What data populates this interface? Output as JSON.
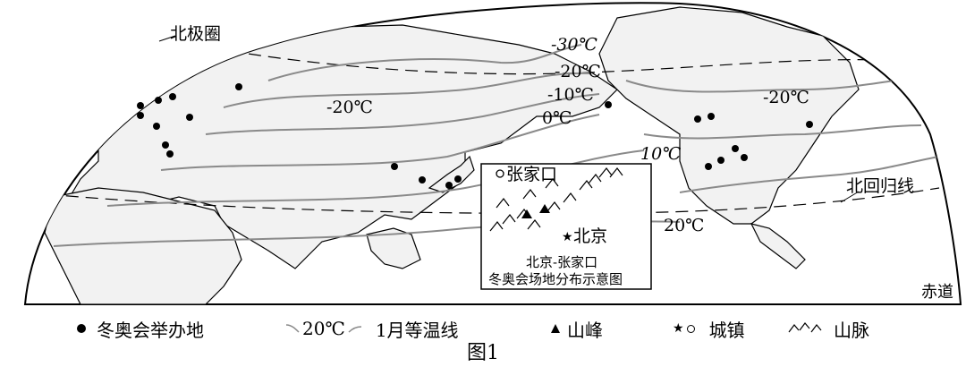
{
  "map": {
    "arctic_circle_label": "北极圈",
    "tropic_label": "北回归线",
    "equator_label": "赤道",
    "isotherms": [
      "-30℃",
      "-20℃",
      "-20℃",
      "-10℃",
      "0℃",
      "-20℃",
      "10℃",
      "20℃"
    ],
    "colors": {
      "land_fill": "#f2f2f2",
      "isotherm": "#8a8a8a",
      "coast": "#000000"
    }
  },
  "inset": {
    "city_zhangjiakou": "张家口",
    "city_beijing": "北京",
    "caption_line1": "北京-张家口",
    "caption_line2": "冬奥会场地分布示意图"
  },
  "legend": {
    "venue": "冬奥会举办地",
    "isotherm_sample": "20℃",
    "isotherm": "1月等温线",
    "peak": "山峰",
    "town": "城镇",
    "range": "山脉"
  },
  "figure_label": "图1"
}
